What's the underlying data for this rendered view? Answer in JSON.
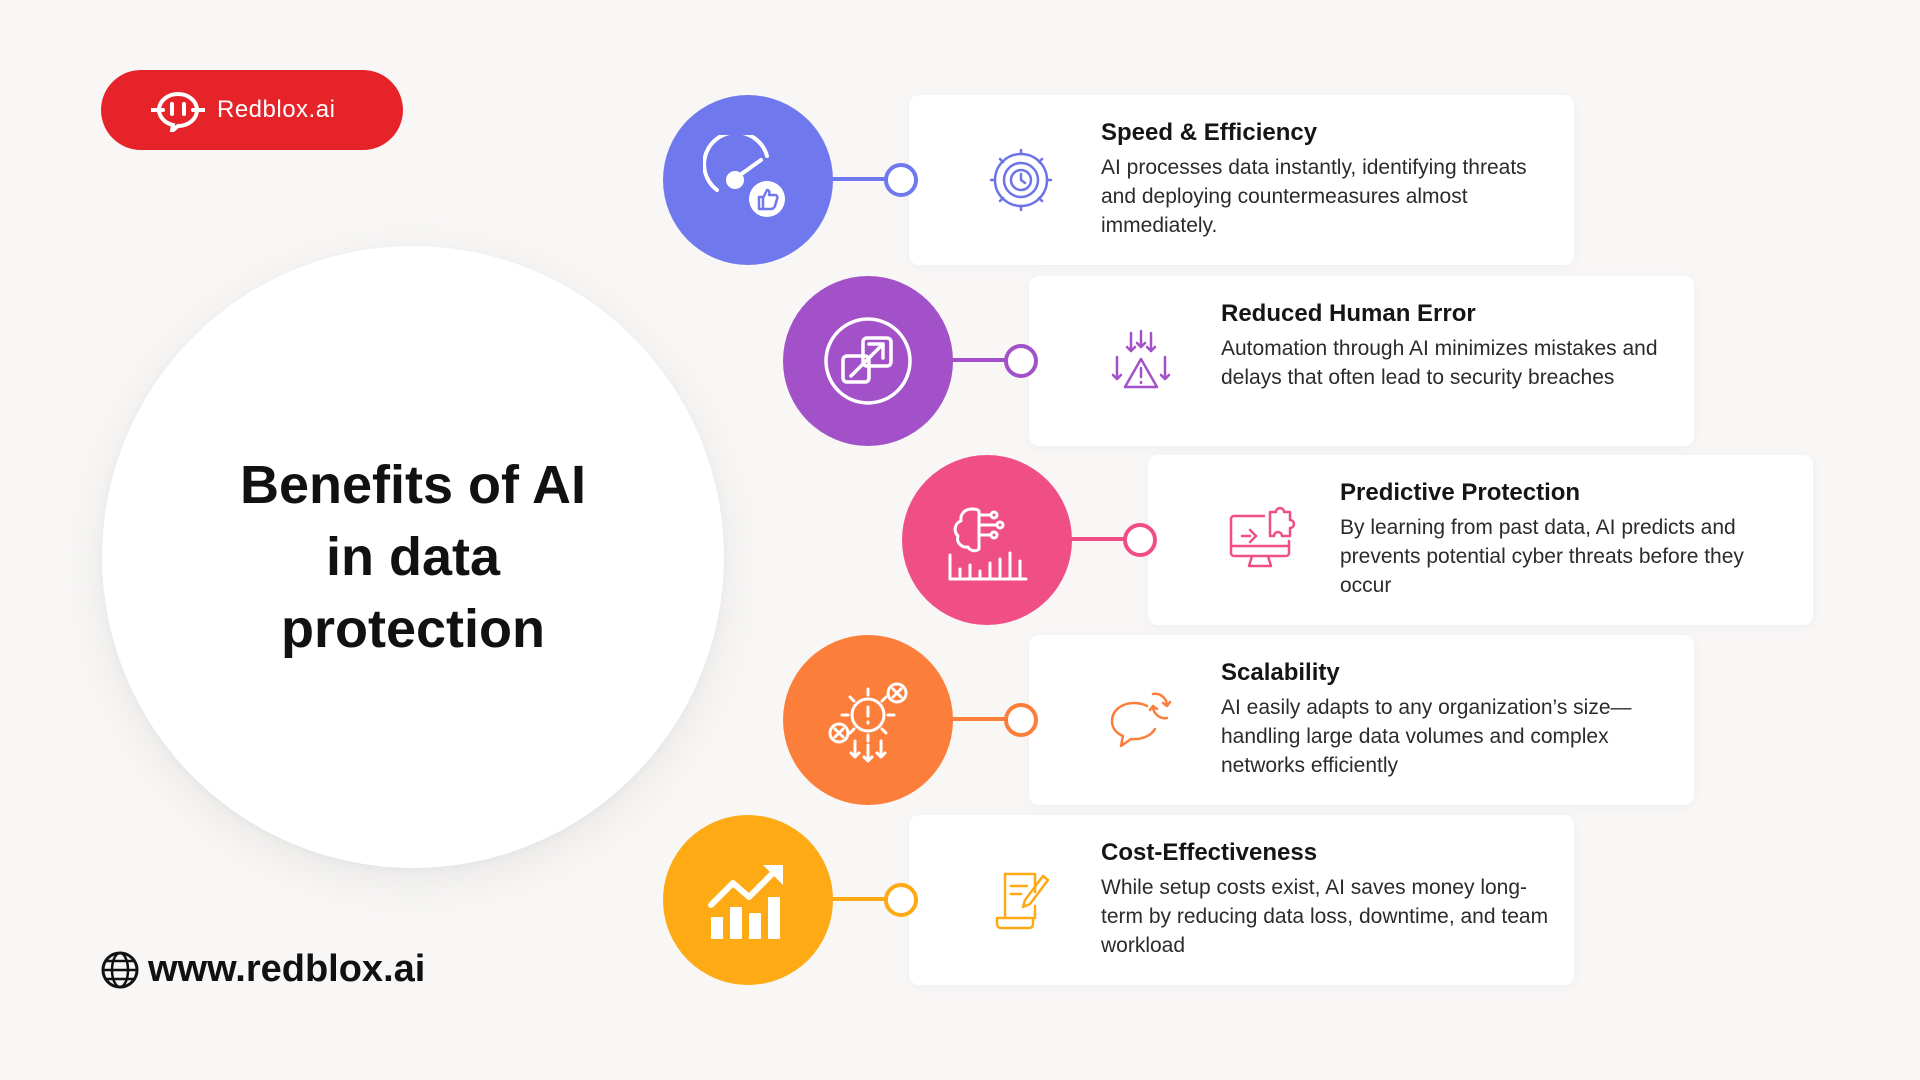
{
  "brand": {
    "logo_text": "Redblox.ai",
    "website": "www.redblox.ai",
    "color": "#e52329"
  },
  "title": "Benefits of AI\nin data\nprotection",
  "benefits": [
    {
      "title": "Speed & Efficiency",
      "description": "AI processes data instantly, identifying threats and deploying countermeasures almost immediately.",
      "color": "#7078ee",
      "icon": "speedometer-thumbs-up-icon",
      "card_icon": "gear-clock-icon"
    },
    {
      "title": "Reduced Human Error",
      "description": "Automation through AI minimizes mistakes and delays that often lead to security breaches",
      "color": "#a251c9",
      "icon": "transfer-arrow-icon",
      "card_icon": "warning-arrows-icon"
    },
    {
      "title": "Predictive Protection",
      "description": "By learning from past data, AI predicts and prevents potential cyber threats before they occur",
      "color": "#f04f86",
      "icon": "brain-chart-icon",
      "card_icon": "monitor-puzzle-icon"
    },
    {
      "title": "Scalability",
      "description": "AI easily adapts to any organization’s size—handling large data volumes and complex networks efficiently",
      "color": "#fb7f3a",
      "icon": "gear-alert-icon",
      "card_icon": "refresh-chat-icon"
    },
    {
      "title": "Cost-Effectiveness",
      "description": "While setup costs exist, AI saves money long-term by reducing data loss, downtime, and team workload",
      "color": "#fdaa14",
      "icon": "growth-chart-icon",
      "card_icon": "document-pen-icon"
    }
  ]
}
